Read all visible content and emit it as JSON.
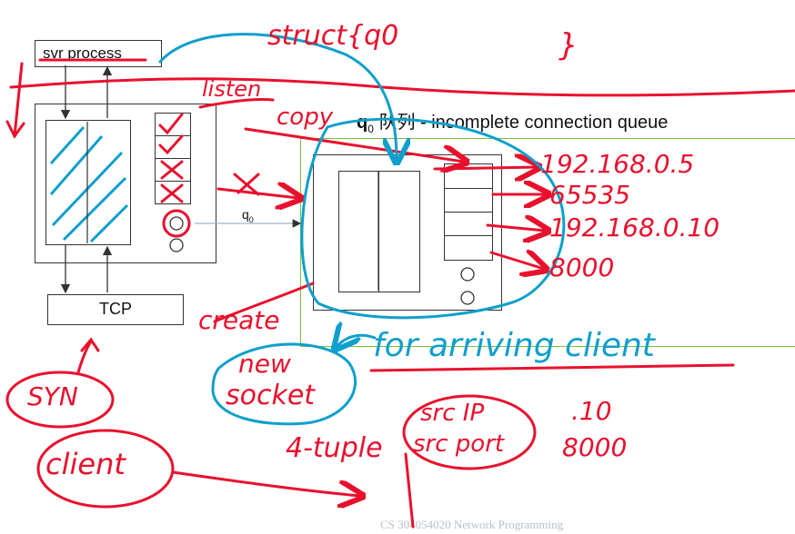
{
  "labels": {
    "svr_process": "svr process",
    "tcp": "TCP",
    "q0_arrow": "q",
    "q0_arrow_sub": "0",
    "heading_q": "q",
    "heading_sub": "0",
    "heading_text": " 队列 - incomplete connection queue",
    "footer": "CS 304054020 Network Programming"
  },
  "handwriting": {
    "struct_q0": "struct{q0",
    "brace": "}",
    "listen": "listen",
    "copy": "copy",
    "ip_05": "192.168.0.5",
    "port_65535": "65535",
    "ip_010": "192.168.0.10",
    "port_8000": "8000",
    "create": "create",
    "new": "new",
    "socket": "socket",
    "for_arriving_client": "for arriving client",
    "syn": "SYN",
    "client": "client",
    "four_tuple": "4-tuple",
    "src_ip": "src IP",
    "src_port": "src port",
    "val_10": ".10",
    "val_8000": "8000"
  },
  "colors": {
    "red_ink": "#e8112d",
    "blue_ink": "#0e9fcc",
    "green_frame": "#7bc043",
    "box_border": "#333333"
  }
}
